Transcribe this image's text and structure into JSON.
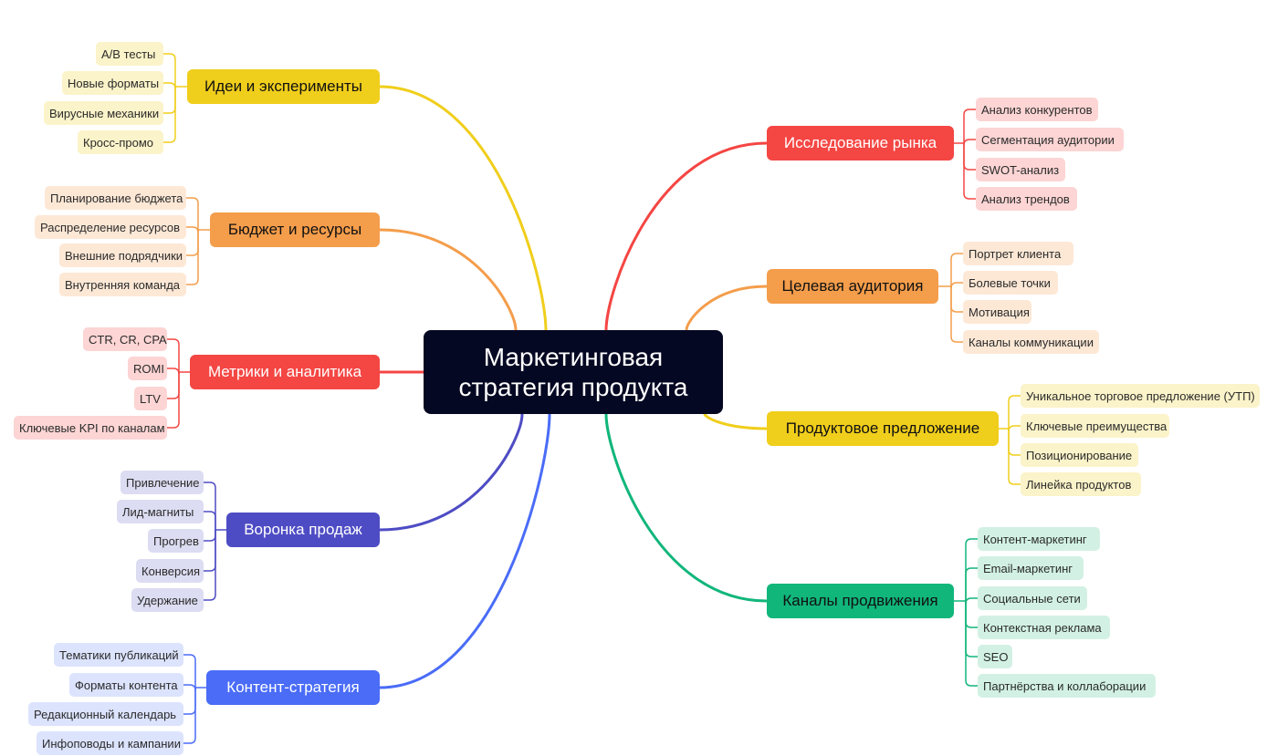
{
  "center": {
    "line1": "Маркетинговая",
    "line2": "стратегия продукта"
  },
  "branches": [
    {
      "id": "ideas",
      "label": "Идеи и эксперименты",
      "color": "#f0ce1c",
      "leaf_bg": "#fbf3c9",
      "text_color": "#111111",
      "leaves": [
        "A/B тесты",
        "Новые форматы",
        "Вирусные механики",
        "Кросс-промо"
      ]
    },
    {
      "id": "budget",
      "label": "Бюджет и ресурсы",
      "color": "#f49d4b",
      "leaf_bg": "#fde8d6",
      "text_color": "#111111",
      "leaves": [
        "Планирование бюджета",
        "Распределение ресурсов",
        "Внешние подрядчики",
        "Внутренняя команда"
      ]
    },
    {
      "id": "metrics",
      "label": "Метрики и аналитика",
      "color": "#f44643",
      "leaf_bg": "#fcd5d4",
      "text_color": "#ffffff",
      "leaves": [
        "CTR, CR, CPA",
        "ROMI",
        "LTV",
        "Ключевые KPI по каналам"
      ]
    },
    {
      "id": "funnel",
      "label": "Воронка продаж",
      "color": "#4e4cc4",
      "leaf_bg": "#dcdcf2",
      "text_color": "#ffffff",
      "leaves": [
        "Привлечение",
        "Лид-магниты",
        "Прогрев",
        "Конверсия",
        "Удержание"
      ]
    },
    {
      "id": "content",
      "label": "Контент-стратегия",
      "color": "#4a6cf7",
      "leaf_bg": "#dce3fd",
      "text_color": "#ffffff",
      "leaves": [
        "Тематики публикаций",
        "Форматы контента",
        "Редакционный календарь",
        "Инфоповоды и кампании"
      ]
    },
    {
      "id": "research",
      "label": "Исследование рынка",
      "color": "#f44643",
      "leaf_bg": "#fcd5d4",
      "text_color": "#ffffff",
      "leaves": [
        "Анализ конкурентов",
        "Сегментация аудитории",
        "SWOT-анализ",
        "Анализ трендов"
      ]
    },
    {
      "id": "audience",
      "label": "Целевая аудитория",
      "color": "#f49d4b",
      "leaf_bg": "#fde8d6",
      "text_color": "#111111",
      "leaves": [
        "Портрет клиента",
        "Болевые точки",
        "Мотивация",
        "Каналы коммуникации"
      ]
    },
    {
      "id": "offer",
      "label": "Продуктовое предложение",
      "color": "#f0ce1c",
      "leaf_bg": "#fbf3c9",
      "text_color": "#111111",
      "leaves": [
        "Уникальное торговое предложение (УТП)",
        "Ключевые преимущества",
        "Позиционирование",
        "Линейка продуктов"
      ]
    },
    {
      "id": "channels",
      "label": "Каналы продвижения",
      "color": "#11b67b",
      "leaf_bg": "#d2f1e4",
      "text_color": "#111111",
      "leaves": [
        "Контент-маркетинг",
        "Email-маркетинг",
        "Социальные сети",
        "Контекстная реклама",
        "SEO",
        "Партнёрства и коллаборации"
      ]
    }
  ]
}
